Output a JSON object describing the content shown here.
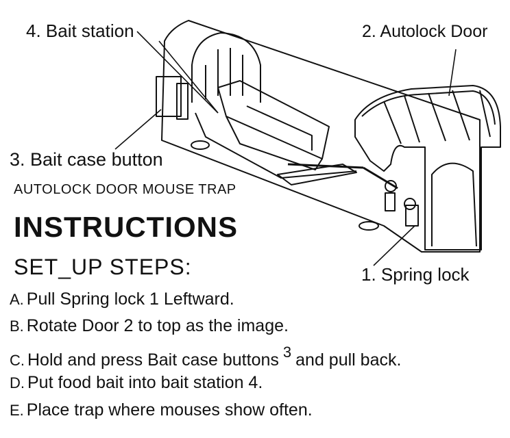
{
  "callouts": {
    "bait_station": "4. Bait station",
    "autolock_door": "2. Autolock Door",
    "bait_case_button": "3. Bait case button",
    "spring_lock": "1. Spring lock"
  },
  "product_name": "AUTOLOCK DOOR MOUSE TRAP",
  "title": "INSTRUCTIONS",
  "subtitle": "SET_UP STEPS:",
  "steps": [
    {
      "letter": "A.",
      "text": "Pull Spring lock 1 Leftward."
    },
    {
      "letter": "B.",
      "text": "Rotate Door 2 to top as the image."
    },
    {
      "letter": "C.",
      "text": "Hold and press Bait case buttons",
      "sup": "3",
      "text_after": "and pull back."
    },
    {
      "letter": "D.",
      "text": "Put food bait into bait station 4."
    },
    {
      "letter": "E.",
      "text": "Place trap where mouses show often."
    }
  ]
}
